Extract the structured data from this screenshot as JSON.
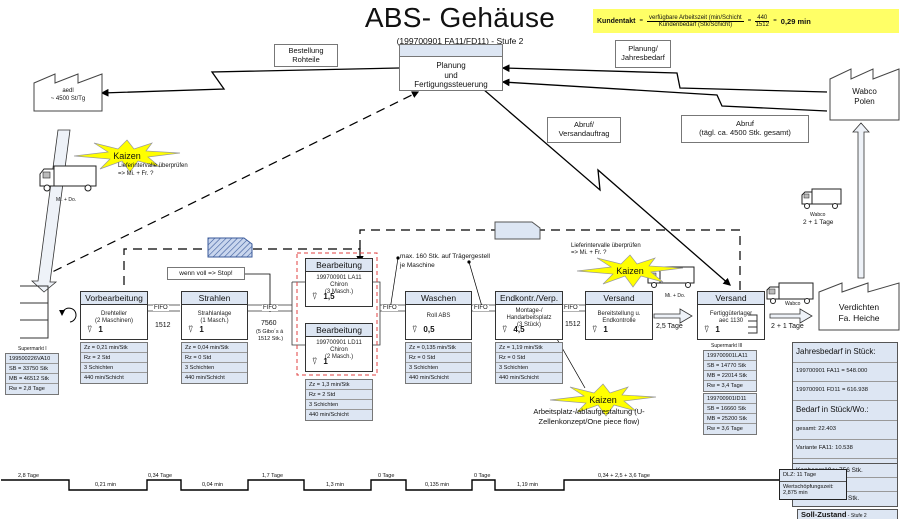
{
  "header": {
    "title": "ABS- Gehäuse",
    "subtitle": "(199700901 FA11/FD11) - Stufe 2"
  },
  "takt": {
    "label": "Kundentakt",
    "eq1": "=",
    "numerator": "verfügbare Arbeitszeit (min/Schicht",
    "denominator": "Kundenbedarf (Stk/Schicht)",
    "eq2": "=",
    "num_value": "440",
    "den_value": "1512",
    "eq3": "=",
    "result": "0,29  min"
  },
  "info_flows": {
    "bestellung": [
      "Bestellung",
      "Rohteile"
    ],
    "planung_jahres": [
      "Planung/",
      "Jahresbedarf"
    ],
    "abruf_versand": [
      "Abruf/",
      "Versandauftrag"
    ],
    "abruf_daily": [
      "Abruf",
      "(tägl. ca. 4500 Stk. gesamt)"
    ]
  },
  "ppc": {
    "lines": [
      "Planung",
      "und",
      "Fertigungssteuerung"
    ]
  },
  "supplier": {
    "name": "aedl",
    "capacity": "~ 4500 St/Tg",
    "truck_label": "Mi. + Do."
  },
  "customer_wabco": {
    "lines": [
      "Wabco",
      "Polen"
    ],
    "truck_label": "Wabco",
    "truck_time": "2 + 1 Tage"
  },
  "customer_heiche": {
    "lines": [
      "Verdichten",
      "Fa. Heiche"
    ],
    "truck_label": "Wabco",
    "transit": "2 + 1 Tage"
  },
  "kaizen": [
    {
      "label": "Kaizen",
      "note": [
        "Lieferintervalle überprüfen",
        "=> Mi. + Fr. ?"
      ]
    },
    {
      "label": "Kaizen",
      "note": [
        "Lieferintervalle überprüfen",
        "=> Mi. + Fr. ?"
      ]
    },
    {
      "label": "Kaizen",
      "note": [
        "Arbeitsplatz-/ablaufgestaltung (U-",
        "Zellenkonzept/One piece flow)"
      ]
    }
  ],
  "supermarket1": {
    "label": "Supermarkt I",
    "data": [
      "199500226VA10",
      "SB = 33750 Stk",
      "MB = 46512 Stk",
      "Rw = 2,8 Tage"
    ]
  },
  "notes": {
    "stop": "wenn voll => Stop!",
    "traeger": [
      "max. 160 Stk. auf Trägergestell",
      "je Maschine"
    ]
  },
  "processes": [
    {
      "title": "Vorbearbeitung",
      "body": [
        "Drehteller",
        "(2 Maschinen)"
      ],
      "operators": "1",
      "data": [
        "Zz = 0,21 min/Stk",
        "Rz = 2 Std",
        "3 Schichten",
        "440 min/Schicht"
      ]
    },
    {
      "title": "Strahlen",
      "body": [
        "Strahlanlage",
        "(1 Masch.)"
      ],
      "operators": "1",
      "data": [
        "Zz = 0,04 min/Stk",
        "Rz = 0 Std",
        "3 Schichten",
        "440 min/Schicht"
      ]
    },
    {
      "title": "Bearbeitung",
      "body": [
        "199700901 LA11",
        "Chiron",
        "(3 Masch.)"
      ],
      "operators": "1,5"
    },
    {
      "title": "Bearbeitung",
      "body": [
        "199700901 LD11",
        "Chiron",
        "(2 Masch.)"
      ],
      "operators": "1",
      "data": [
        "Zz = 1,3 min/Stk",
        "Rz = 2 Std",
        "3 Schichten",
        "440 min/Schicht"
      ]
    },
    {
      "title": "Waschen",
      "body": [
        "Roll ABS"
      ],
      "operators": "0,5",
      "data": [
        "Zz = 0,135 min/Stk",
        "Rz = 0 Std",
        "3 Schichten",
        "440 min/Schicht"
      ]
    },
    {
      "title": "Endkontr./Verp.",
      "body": [
        "Montage-/",
        "Handarbeitsplatz",
        "(3 Stück)"
      ],
      "operators": "4,5",
      "data": [
        "Zz = 1,19 min/Stk",
        "Rz = 0 Std",
        "3 Schichten",
        "440 min/Schicht"
      ]
    },
    {
      "title": "Versand",
      "body": [
        "Bereitstellung u.",
        "Endkontrolle"
      ],
      "operators": "1"
    },
    {
      "title": "Versand",
      "body": [
        "Fertiggüterlager",
        "aec 1130"
      ],
      "operators": "1"
    }
  ],
  "fifo_labels": [
    "FIFO",
    "FIFO",
    "FIFO",
    "FIFO",
    "FIFO"
  ],
  "inventory": {
    "between_1_2": "1512",
    "between_2_3": "7560",
    "between_2_3_note": [
      "(5 Gibo´s á",
      "1512 Stk.)"
    ],
    "between_6_7": "1512",
    "push_days": "2,5 Tage",
    "truck_mid_label": "Mi. + Do."
  },
  "supermarket3": {
    "label": "Supermarkt III",
    "la11": [
      "199700901LA11",
      "SB = 14770 Stk",
      "MB = 22014 Stk",
      "Rw = 3,4 Tage"
    ],
    "id11": [
      "199700901ID11",
      "SB = 16660 Stk",
      "MB = 25200 Stk",
      "Rw = 3,6 Tage"
    ]
  },
  "summary": {
    "jahres_title": "Jahresbedarf in Stück:",
    "jahres": [
      "199700901 FA11 = 548.000",
      "199700901 FD11 = 616.938"
    ],
    "woche_title": "Bedarf in Stück/Wo.:",
    "woche": [
      "gesamt: 22.403",
      "Variante FA11: 10.538",
      "Variante FD11: 11.865"
    ],
    "kanban": [
      "Kanbangröße: 756 Stk.",
      "=> 1 Euro-Palette",
      "=> 6 Körbe à 126 Stk."
    ],
    "state_bold": "Soll-Zustand",
    "state_rest": " - Stufe 2"
  },
  "timeline": {
    "upper": [
      "2,8 Tage",
      "0,34 Tage",
      "1,7 Tage",
      "0 Tage",
      "0 Tage",
      "0,34 + 2,5 + 3,6 Tage"
    ],
    "lower": [
      "0,21 min",
      "0,04 min",
      "1,3 min",
      "0,135 min",
      "1,19 min"
    ],
    "dlz": "DLZ: 11 Tage",
    "wertschoepfung": [
      "Wertschöpfungszeit:",
      "2,875 min"
    ]
  }
}
